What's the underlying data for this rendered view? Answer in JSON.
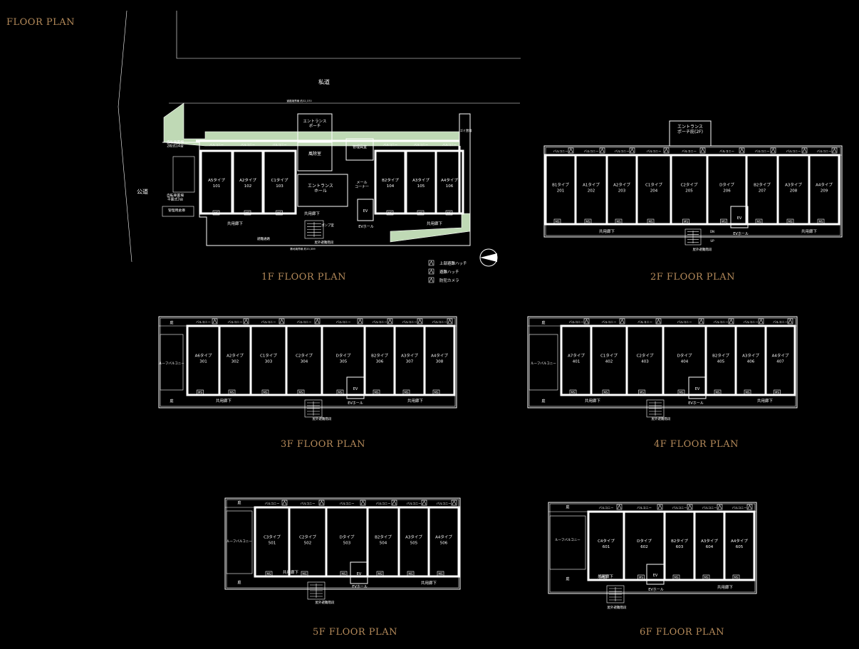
{
  "page_title": "FLOOR PLAN",
  "labels": {
    "f1": "1F FLOOR PLAN",
    "f2": "2F FLOOR PLAN",
    "f3": "3F FLOOR PLAN",
    "f4": "4F FLOOR PLAN",
    "f5": "5F FLOOR PLAN",
    "f6": "6F FLOOR PLAN"
  },
  "common": {
    "balcony": "バルコニー",
    "corridor": "共用廊下",
    "ev": "EV",
    "ev_hall": "EVホール",
    "stairs": "屋外避難階段",
    "dn": "DN",
    "up": "UP",
    "ms": "MS",
    "garden": "庭",
    "terrace": "ルーフバルコニー"
  },
  "floor1": {
    "private_road": "私道",
    "public_road": "公道",
    "entrance_porch": "エントランス\nポーチ",
    "windbreak": "風除室",
    "manager_room": "管理員室",
    "entrance_hall": "エントランス\nホール",
    "mail_corner": "メール\nコーナー",
    "bicycle_parking_a": "自転車置場\n2段式14台",
    "bicycle_parking_b": "自転車置場\n平置式3台",
    "bike_storage": "管理用倉庫",
    "pump_room": "ポンプ室",
    "evac_path": "避難通路",
    "trash": "ゴミ置場",
    "road_width_top": "道路境界線 約32,370",
    "road_width_bottom": "敷地境界線 約33,359",
    "units": [
      {
        "type": "A5タイプ",
        "no": "101"
      },
      {
        "type": "A2タイプ",
        "no": "102"
      },
      {
        "type": "C1タイプ",
        "no": "103"
      },
      {
        "type": "B2タイプ",
        "no": "104"
      },
      {
        "type": "A3タイプ",
        "no": "105"
      },
      {
        "type": "A4タイプ",
        "no": "106"
      }
    ]
  },
  "legend": [
    {
      "icon": "upper-hatch-icon",
      "label": "上部避難ハッチ"
    },
    {
      "icon": "hatch-icon",
      "label": "避難ハッチ"
    },
    {
      "icon": "camera-icon",
      "label": "防犯カメラ"
    }
  ],
  "floor2": {
    "porch_roof": "エントランス\nポーチ庇(2F)",
    "units": [
      {
        "type": "B1タイプ",
        "no": "201"
      },
      {
        "type": "A1タイプ",
        "no": "202"
      },
      {
        "type": "A2タイプ",
        "no": "203"
      },
      {
        "type": "C1タイプ",
        "no": "204"
      },
      {
        "type": "C2タイプ",
        "no": "205"
      },
      {
        "type": "Dタイプ",
        "no": "206"
      },
      {
        "type": "B2タイプ",
        "no": "207"
      },
      {
        "type": "A3タイプ",
        "no": "208"
      },
      {
        "type": "A4タイプ",
        "no": "209"
      }
    ]
  },
  "floor3": {
    "units": [
      {
        "type": "A6タイプ",
        "no": "301"
      },
      {
        "type": "A2タイプ",
        "no": "302"
      },
      {
        "type": "C1タイプ",
        "no": "303"
      },
      {
        "type": "C2タイプ",
        "no": "304"
      },
      {
        "type": "Dタイプ",
        "no": "305"
      },
      {
        "type": "B2タイプ",
        "no": "306"
      },
      {
        "type": "A3タイプ",
        "no": "307"
      },
      {
        "type": "A4タイプ",
        "no": "308"
      }
    ]
  },
  "floor4": {
    "units": [
      {
        "type": "A7タイプ",
        "no": "401"
      },
      {
        "type": "C1タイプ",
        "no": "402"
      },
      {
        "type": "C2タイプ",
        "no": "403"
      },
      {
        "type": "Dタイプ",
        "no": "404"
      },
      {
        "type": "B2タイプ",
        "no": "405"
      },
      {
        "type": "A3タイプ",
        "no": "406"
      },
      {
        "type": "A4タイプ",
        "no": "407"
      }
    ]
  },
  "floor5": {
    "units": [
      {
        "type": "C3タイプ",
        "no": "501"
      },
      {
        "type": "C2タイプ",
        "no": "502"
      },
      {
        "type": "Dタイプ",
        "no": "503"
      },
      {
        "type": "B2タイプ",
        "no": "504"
      },
      {
        "type": "A3タイプ",
        "no": "505"
      },
      {
        "type": "A4タイプ",
        "no": "506"
      }
    ]
  },
  "floor6": {
    "units": [
      {
        "type": "C4タイプ",
        "no": "601"
      },
      {
        "type": "Dタイプ",
        "no": "602"
      },
      {
        "type": "B2タイプ",
        "no": "603"
      },
      {
        "type": "A3タイプ",
        "no": "604"
      },
      {
        "type": "A4タイプ",
        "no": "605"
      }
    ]
  },
  "colors": {
    "background": "#000000",
    "lines": "#ffffff",
    "label": "#b48a5a",
    "green": "#bfd9b5"
  }
}
